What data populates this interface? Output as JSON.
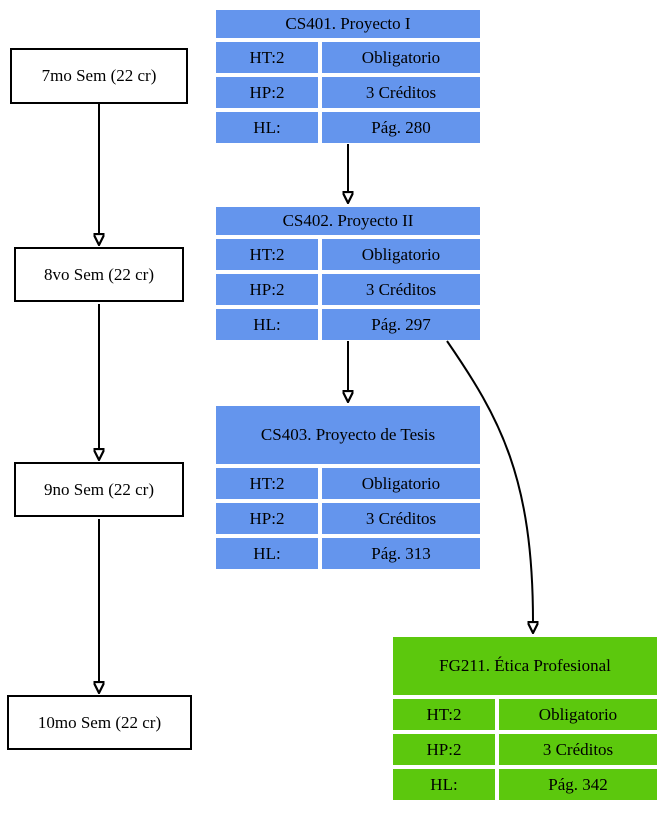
{
  "diagram": {
    "background": "#ffffff",
    "colors": {
      "course_blue": "#6495ED",
      "course_green": "#5CC80D",
      "semester_fill": "#ffffff",
      "border": "#000000",
      "arrow": "#000000"
    },
    "semesters": [
      {
        "label": "7mo Sem (22 cr)"
      },
      {
        "label": "8vo Sem (22 cr)"
      },
      {
        "label": "9no Sem (22 cr)"
      },
      {
        "label": "10mo Sem (22 cr)"
      }
    ],
    "courses": [
      {
        "code": "CS401",
        "title": "CS401. Proyecto I",
        "color": "#6495ED",
        "rows": [
          {
            "label": "HT:2",
            "value": "Obligatorio"
          },
          {
            "label": "HP:2",
            "value": "3 Créditos"
          },
          {
            "label": "HL:",
            "value": "Pág. 280"
          }
        ]
      },
      {
        "code": "CS402",
        "title": "CS402. Proyecto II",
        "color": "#6495ED",
        "rows": [
          {
            "label": "HT:2",
            "value": "Obligatorio"
          },
          {
            "label": "HP:2",
            "value": "3 Créditos"
          },
          {
            "label": "HL:",
            "value": "Pág. 297"
          }
        ]
      },
      {
        "code": "CS403",
        "title": "CS403. Proyecto de Tesis",
        "color": "#6495ED",
        "rows": [
          {
            "label": "HT:2",
            "value": "Obligatorio"
          },
          {
            "label": "HP:2",
            "value": "3 Créditos"
          },
          {
            "label": "HL:",
            "value": "Pág. 313"
          }
        ]
      },
      {
        "code": "FG211",
        "title": "FG211. Ética Profesional",
        "color": "#5CC80D",
        "rows": [
          {
            "label": "HT:2",
            "value": "Obligatorio"
          },
          {
            "label": "HP:2",
            "value": "3 Créditos"
          },
          {
            "label": "HL:",
            "value": "Pág. 342"
          }
        ]
      }
    ],
    "edges": [
      {
        "from": "7mo Sem (22 cr)",
        "to": "8vo Sem (22 cr)"
      },
      {
        "from": "8vo Sem (22 cr)",
        "to": "9no Sem (22 cr)"
      },
      {
        "from": "9no Sem (22 cr)",
        "to": "10mo Sem (22 cr)"
      },
      {
        "from": "CS401. Proyecto I",
        "to": "CS402. Proyecto II"
      },
      {
        "from": "CS402. Proyecto II",
        "to": "CS403. Proyecto de Tesis"
      },
      {
        "from": "CS402. Proyecto II",
        "to": "FG211. Ética Profesional"
      }
    ]
  }
}
